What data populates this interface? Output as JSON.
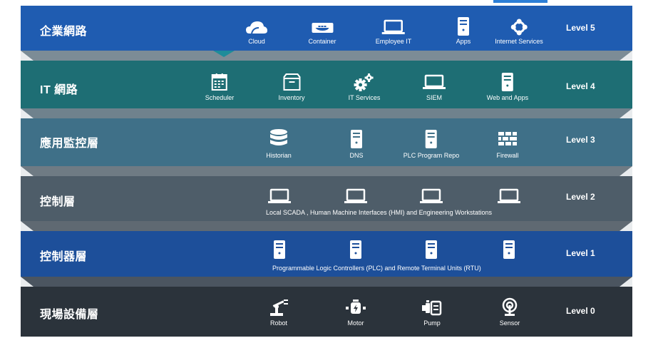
{
  "colors": {
    "level5": "#1f5cb1",
    "level4": "#1e6e74",
    "level3": "#3f7088",
    "level2": "#4e5d69",
    "level1": "#1d4f9a",
    "level0": "#2b333b"
  },
  "layers": [
    {
      "name": "企業網路",
      "level": "Level 5",
      "items": [
        {
          "label": "Cloud",
          "icon": "cloud-icon"
        },
        {
          "label": "Container",
          "icon": "docker-icon"
        },
        {
          "label": "Employee IT",
          "icon": "laptop-icon"
        },
        {
          "label": "Apps",
          "icon": "server-icon"
        },
        {
          "label": "Internet Services",
          "icon": "network-icon"
        }
      ]
    },
    {
      "name": "IT 網路",
      "level": "Level 4",
      "items": [
        {
          "label": "Scheduler",
          "icon": "calendar-icon"
        },
        {
          "label": "Inventory",
          "icon": "box-icon"
        },
        {
          "label": "IT Services",
          "icon": "gears-icon"
        },
        {
          "label": "SIEM",
          "icon": "laptop-icon"
        },
        {
          "label": "Web and Apps",
          "icon": "server-icon"
        }
      ]
    },
    {
      "name": "應用監控層",
      "level": "Level 3",
      "items": [
        {
          "label": "Historian",
          "icon": "database-icon"
        },
        {
          "label": "DNS",
          "icon": "server-icon"
        },
        {
          "label": "PLC Program Repo",
          "icon": "server-icon"
        },
        {
          "label": "Firewall",
          "icon": "firewall-icon"
        }
      ]
    },
    {
      "name": "控制層",
      "level": "Level 2",
      "caption": "Local SCADA , Human Machine Interfaces (HMI) and Engineering Workstations",
      "items": [
        {
          "icon": "laptop-icon"
        },
        {
          "icon": "laptop-icon"
        },
        {
          "icon": "laptop-icon"
        },
        {
          "icon": "laptop-icon"
        }
      ]
    },
    {
      "name": "控制器層",
      "level": "Level 1",
      "caption": "Programmable Logic Controllers (PLC) and Remote Terminal Units (RTU)",
      "items": [
        {
          "icon": "server-icon"
        },
        {
          "icon": "server-icon"
        },
        {
          "icon": "server-icon"
        },
        {
          "icon": "server-icon"
        }
      ]
    },
    {
      "name": "現場設備層",
      "level": "Level 0",
      "items": [
        {
          "label": "Robot",
          "icon": "robot-arm-icon"
        },
        {
          "label": "Motor",
          "icon": "motor-icon"
        },
        {
          "label": "Pump",
          "icon": "pump-icon"
        },
        {
          "label": "Sensor",
          "icon": "sensor-icon"
        }
      ]
    }
  ]
}
